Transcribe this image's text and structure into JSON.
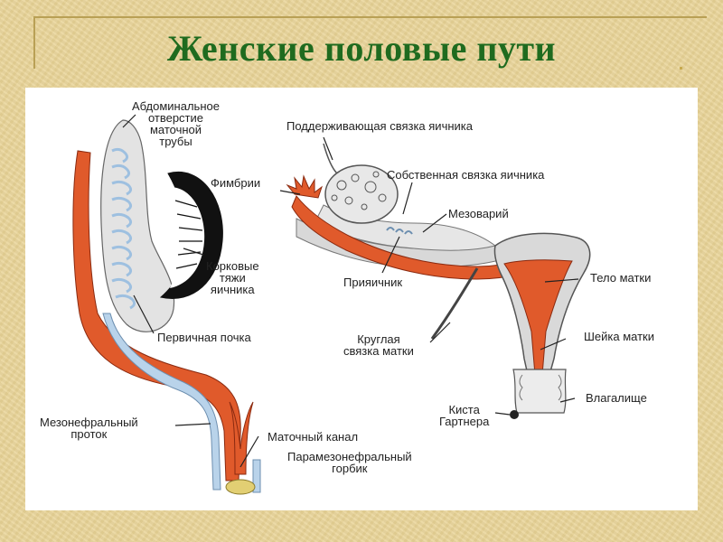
{
  "slide": {
    "title": "Женские половые пути"
  },
  "labels": {
    "abdominal_1": "Абдоминальное",
    "abdominal_2": "отверстие",
    "abdominal_3": "маточной",
    "abdominal_4": "трубы",
    "fimbriae": "Фимбрии",
    "cortical_1": "Корковые",
    "cortical_2": "тяжи",
    "cortical_3": "яичника",
    "primary_kidney": "Первичная почка",
    "mesonephric_1": "Мезонефральный",
    "mesonephric_2": "проток",
    "uterine_canal": "Маточный канал",
    "paramesonephric_1": "Парамезонефральный",
    "paramesonephric_2": "горбик",
    "suspensory_ligament": "Поддерживающая связка яичника",
    "proper_ligament": "Собственная связка яичника",
    "mesovarium": "Мезоварий",
    "epoophoron": "Прияичник",
    "round_ligament_1": "Круглая",
    "round_ligament_2": "связка матки",
    "uterus_body": "Тело матки",
    "cervix": "Шейка матки",
    "gartner_1": "Киста",
    "gartner_2": "Гартнера",
    "vagina": "Влагалище"
  },
  "colors": {
    "title": "#1f6b1f",
    "background": "#e9d59a",
    "duct_red": "#e05a2b",
    "duct_blue": "#b9d3ea",
    "tissue_grey": "#e3e3e3",
    "cortex_black": "#111111"
  }
}
